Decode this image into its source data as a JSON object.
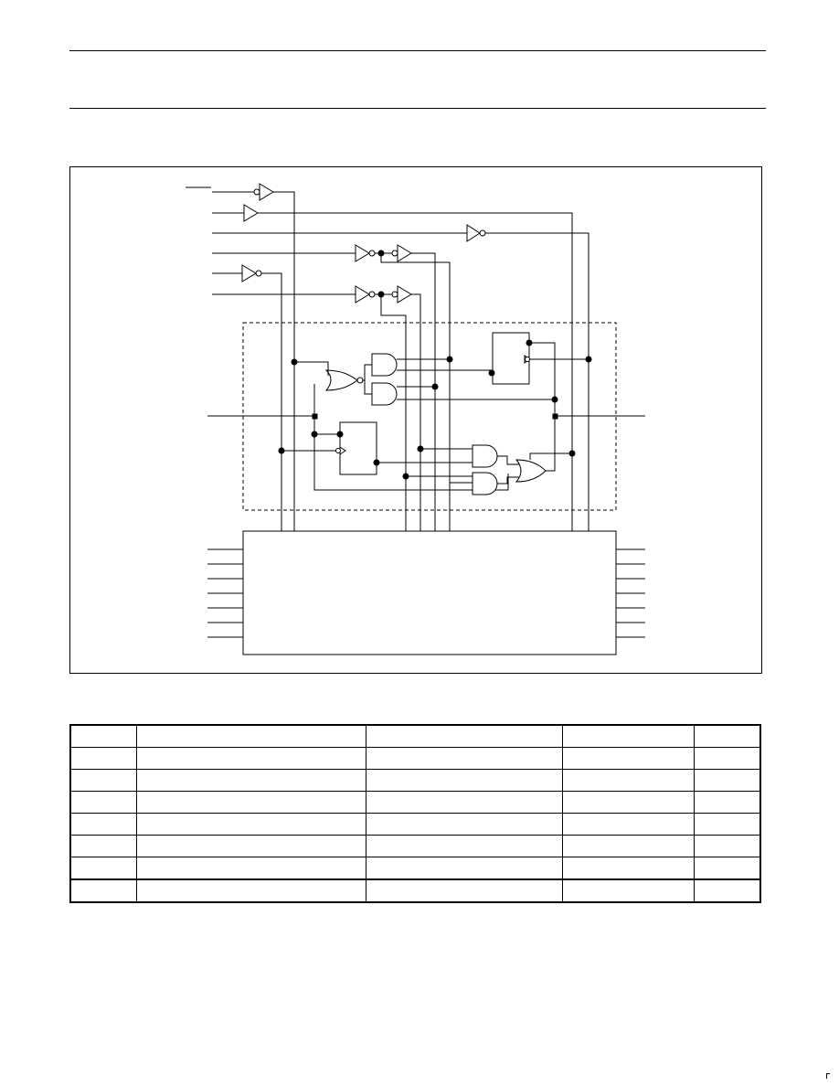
{
  "header": {
    "top_rule": "",
    "bottom_rule": ""
  },
  "figure": {
    "components": {
      "input_buffers": 6,
      "and_gates": 4,
      "or_gates": 2,
      "flip_flops": 2,
      "output_pins": 7
    }
  },
  "table": {
    "columns": [
      "",
      "",
      "",
      "",
      ""
    ],
    "rows": [
      [
        "",
        "",
        "",
        "",
        ""
      ],
      [
        "",
        "",
        "",
        "",
        ""
      ],
      [
        "",
        "",
        "",
        "",
        ""
      ],
      [
        "",
        "",
        "",
        "",
        ""
      ],
      [
        "",
        "",
        "",
        "",
        ""
      ],
      [
        "",
        "",
        "",
        "",
        ""
      ],
      [
        "",
        "",
        "",
        "",
        ""
      ]
    ]
  }
}
